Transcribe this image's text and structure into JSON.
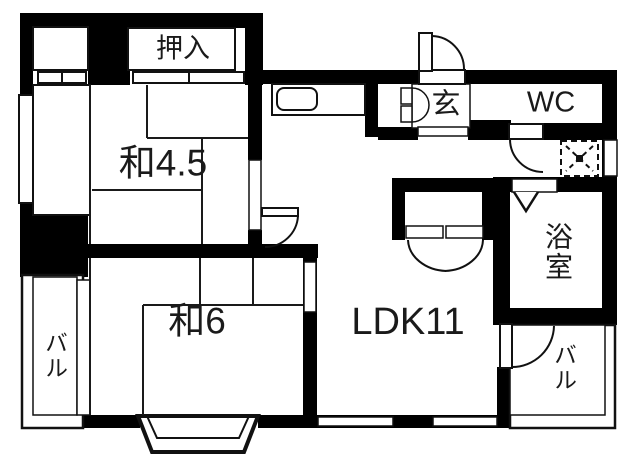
{
  "floorplan": {
    "type": "japanese-apartment-floorplan",
    "rooms": {
      "oshiire": {
        "label": "押入"
      },
      "washitsu_4_5": {
        "label": "和4.5"
      },
      "washitsu_6": {
        "label": "和6"
      },
      "ldk": {
        "label": "LDK11"
      },
      "genkan": {
        "label": "玄"
      },
      "wc": {
        "label": "WC"
      },
      "bathroom": {
        "label": "浴室"
      },
      "balcony_left": {
        "label": "バル"
      },
      "balcony_right": {
        "label": "バル"
      }
    },
    "icons": {
      "door-swing": "quarter-arc with leaf rectangle",
      "sliding-door": "thin white rectangle in wall",
      "double-door-closet": "two leaf rects with facing quarter arcs",
      "folding-door": "V chevron",
      "washer-pan": "dashed square with dashed X and center dot",
      "kitchen-sink": "rounded rectangle on counter",
      "bay-window": "trapezoid protruding from wall",
      "window": "thin white slot in wall"
    },
    "colors": {
      "wall": "#000000",
      "floor": "#ffffff",
      "line": "#1a1a1a"
    }
  }
}
